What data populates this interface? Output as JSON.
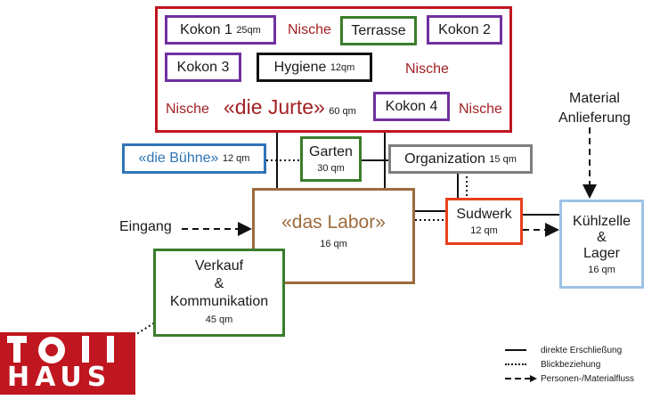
{
  "jurte_cluster": {
    "kokon1": {
      "name": "Kokon 1",
      "area": "25qm"
    },
    "nische_a": "Nische",
    "terrasse": "Terrasse",
    "kokon2": "Kokon 2",
    "kokon3": "Kokon 3",
    "hygiene": {
      "name": "Hygiene",
      "area": "12qm"
    },
    "nische_b": "Nische",
    "nische_c": "Nische",
    "jurte": {
      "name": "«die Jurte»",
      "area": "60 qm"
    },
    "kokon4": "Kokon 4",
    "nische_d": "Nische"
  },
  "buehne": {
    "name": "«die Bühne»",
    "area": "12 qm"
  },
  "garten": {
    "name": "Garten",
    "area": "30 qm"
  },
  "organization": {
    "name": "Organization",
    "area": "15 qm"
  },
  "labor": {
    "name": "«das Labor»",
    "area": "16 qm"
  },
  "sudwerk": {
    "name": "Sudwerk",
    "area": "12 qm"
  },
  "kuehlzelle": {
    "line1": "Kühlzelle",
    "line2": "&",
    "line3": "Lager",
    "area": "16 qm"
  },
  "verkauf": {
    "line1": "Verkauf",
    "line2": "&",
    "line3": "Kommunikation",
    "area": "45 qm"
  },
  "eingang": "Eingang",
  "material": {
    "line1": "Material",
    "line2": "Anlieferung"
  },
  "logo": {
    "text": "HAUS"
  },
  "legend": [
    {
      "style": "solid",
      "label": "direkte Erschließung"
    },
    {
      "style": "dotted",
      "label": "Blickbeziehung"
    },
    {
      "style": "dashed",
      "label": "Personen-/Materialfluss"
    }
  ],
  "colors": {
    "jurte": "#c0161f",
    "kokon": "#7030a0",
    "terrasse": "#3a7d2a",
    "hygiene": "#111111",
    "buehne": "#2e75b6",
    "garten": "#3a7d2a",
    "organization": "#7f7f7f",
    "labor": "#9c6b3c",
    "sudwerk": "#e8401c",
    "kuehlzelle": "#9dc3e6",
    "verkauf": "#3a7d2a",
    "logo": "#c0161f"
  }
}
